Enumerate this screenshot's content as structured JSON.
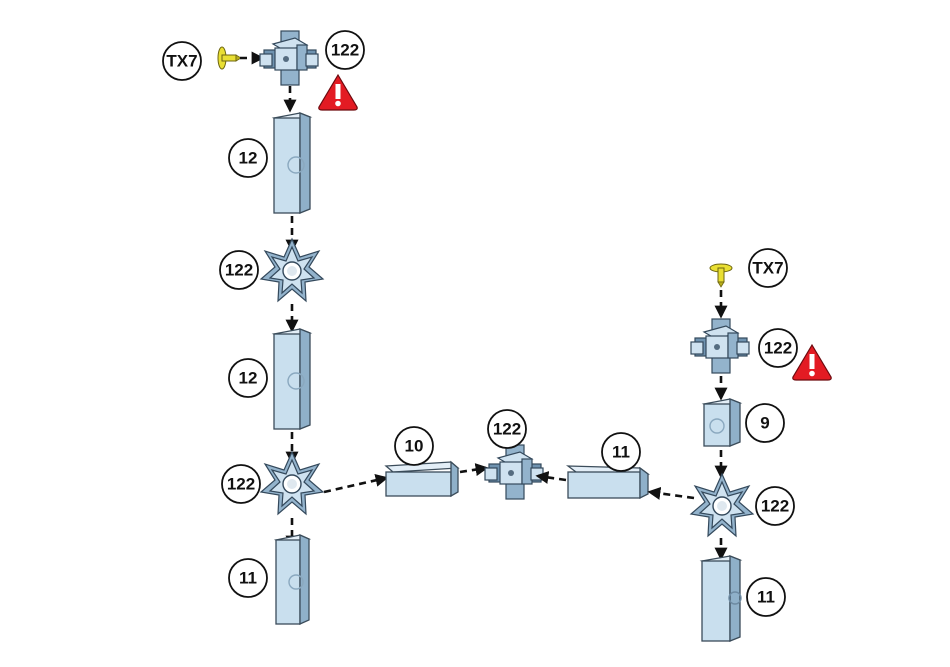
{
  "labels": {
    "tx7_top_left": "TX7",
    "tx7_right": "TX7",
    "part_122_top": "122",
    "part_12_upper": "12",
    "part_122_mid": "122",
    "part_12_lower": "12",
    "part_122_bottom_left": "122",
    "part_11_left": "11",
    "part_10": "10",
    "part_122_center": "122",
    "part_11_center": "11",
    "part_122_right_top": "122",
    "part_9": "9",
    "part_122_right_star": "122",
    "part_11_right": "11"
  },
  "warning_icon": "exclamation-triangle",
  "colors": {
    "part_blue": "#c9dfee",
    "screw_yellow": "#e9df33",
    "warning_red": "#e31b23"
  }
}
